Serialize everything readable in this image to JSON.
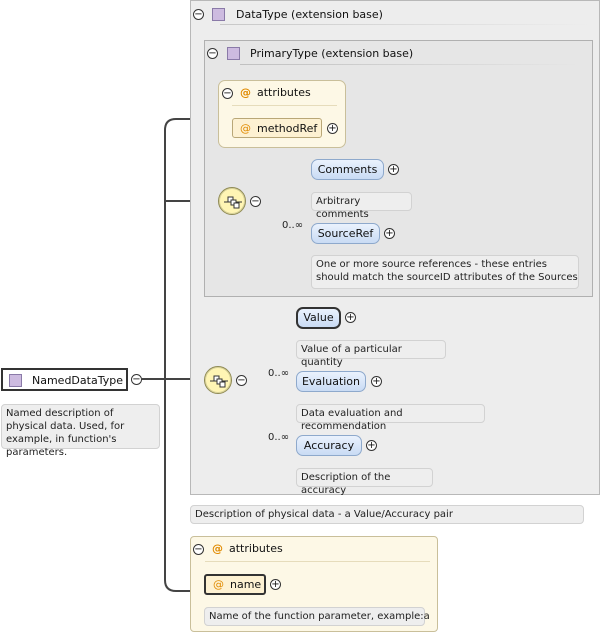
{
  "root": {
    "label": "NamedDataType",
    "annotation": "Named description of physical data. Used, for example, in function's parameters."
  },
  "datatype": {
    "header": "DataType (extension base)",
    "annotation": "Description of physical data - a Value/Accuracy pair"
  },
  "primarytype": {
    "header": "PrimaryType (extension base)",
    "attributes_label": "attributes",
    "attribute": "methodRef",
    "comments": {
      "label": "Comments",
      "annotation": "Arbitrary comments"
    },
    "sourceref": {
      "label": "SourceRef",
      "occurrence": "0..∞",
      "annotation_line1": "One or more source references - these entries",
      "annotation_line2": "should match the sourceID attributes of the Sources"
    }
  },
  "value": {
    "label": "Value",
    "annotation": "Value of a particular quantity"
  },
  "evaluation": {
    "label": "Evaluation",
    "occurrence": "0..∞",
    "annotation": "Data evaluation and recommendation"
  },
  "accuracy": {
    "label": "Accuracy",
    "occurrence": "0..∞",
    "annotation": "Description of the accuracy"
  },
  "bottom_attributes": {
    "label": "attributes",
    "attribute": "name",
    "annotation": "Name of the function parameter, example:a"
  },
  "symbols": {
    "collapse": "−",
    "expand": "+",
    "attr_marker": "@"
  }
}
